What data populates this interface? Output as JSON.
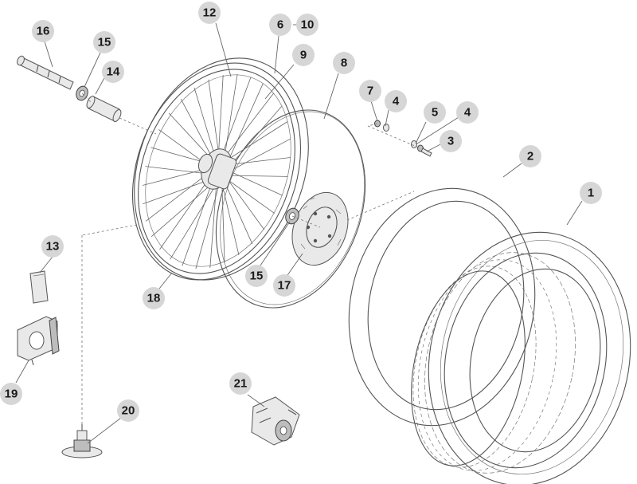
{
  "callouts": {
    "c1": "1",
    "c2": "2",
    "c3": "3",
    "c4a": "4",
    "c4b": "4",
    "c5": "5",
    "c6": "6",
    "c7": "7",
    "c8": "8",
    "c9": "9",
    "c10": "10",
    "c12": "12",
    "c13": "13",
    "c14": "14",
    "c15a": "15",
    "c15b": "15",
    "c16": "16",
    "c17": "17",
    "c18": "18",
    "c19": "19",
    "c20": "20",
    "c21": "21"
  },
  "colors": {
    "callout_fill": "#d6d6d6",
    "line": "#555555"
  }
}
